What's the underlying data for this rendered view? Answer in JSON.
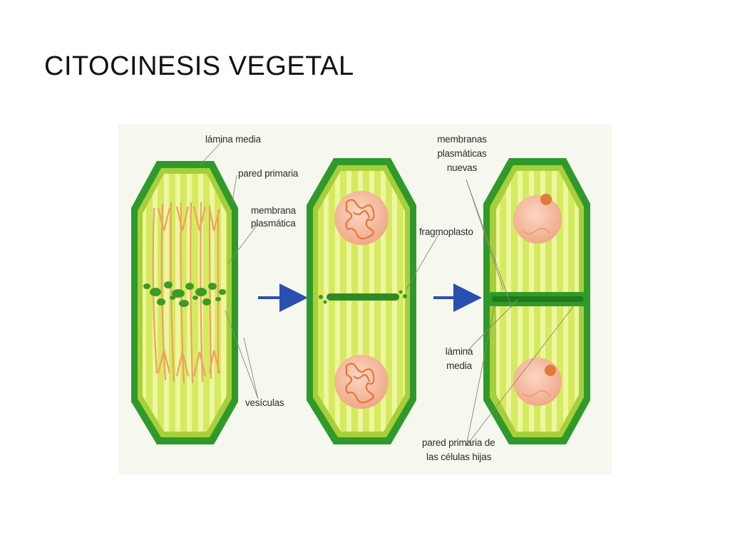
{
  "title": "CITOCINESIS VEGETAL",
  "labels": {
    "lamina_media_top": "lámina media",
    "pared_primaria": "pared primaria",
    "membrana_plasmatica_1": "membrana",
    "membrana_plasmatica_2": "plasmática",
    "vesiculas": "vesículas",
    "fragmoplasto": "fragmoplasto",
    "membranas_nuevas_1": "membranas",
    "membranas_nuevas_2": "plasmáticas",
    "membranas_nuevas_3": "nuevas",
    "lamina_media_bottom_1": "lámina",
    "lamina_media_bottom_2": "media",
    "pared_hijas_1": "pared primaria de",
    "pared_hijas_2": "las células hijas"
  },
  "colors": {
    "cell_wall": "#2f9a2b",
    "cell_wall_inner": "#a7cf3a",
    "cytoplasm": "#d8ec64",
    "stripe": "#ecf59a",
    "nucleus": "#f3b79a",
    "chromatin": "#e2783a",
    "vesicle": "#3b9a2a",
    "arrow": "#2b4fb0",
    "spindle": "#f0a062"
  }
}
